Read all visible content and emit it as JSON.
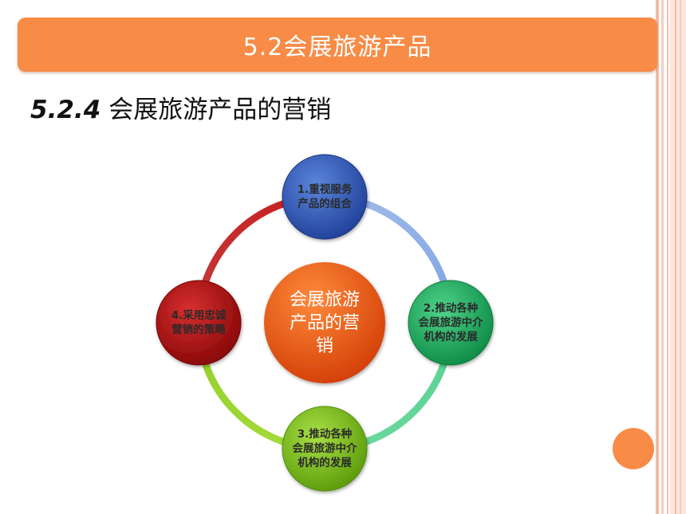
{
  "header": {
    "title": "5.2会展旅游产品"
  },
  "subtitle": {
    "number": "5.2.4",
    "text": "会展旅游产品的营销"
  },
  "diagram": {
    "center": {
      "label": "会展旅游产品的营销"
    },
    "nodes": [
      {
        "label": "1.重视服务产品的组合",
        "color": "#2f58b4"
      },
      {
        "label": "2.推动各种会展旅游中介机构的发展",
        "color": "#1ea55c"
      },
      {
        "label": "3.推动各种会展旅游中介机构的发展",
        "color": "#7cbb18"
      },
      {
        "label": "4.采用忠诚营销的策略",
        "color": "#b01414"
      }
    ]
  }
}
